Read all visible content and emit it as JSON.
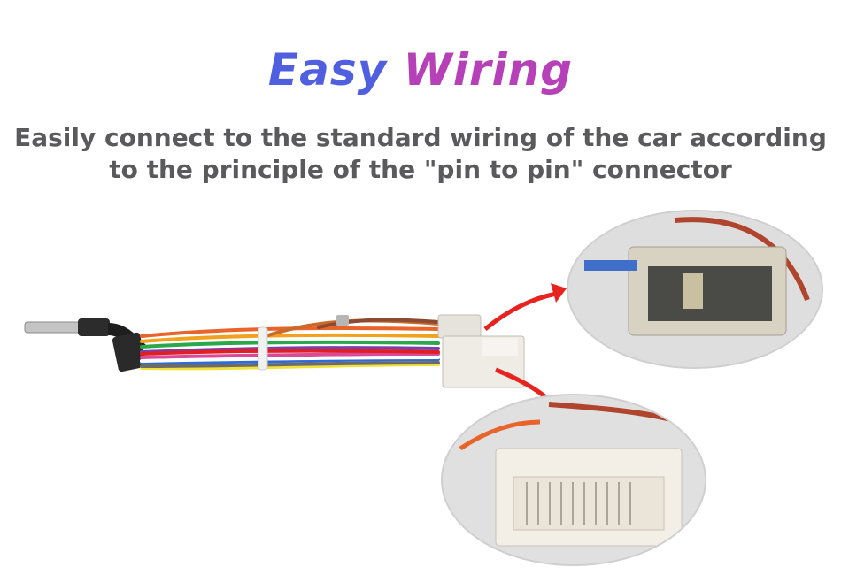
{
  "headline": {
    "word1": "Easy",
    "word2": "Wiring"
  },
  "subtitle": {
    "line1": "Easily connect to the standard wiring of the car according",
    "line2": "to the principle of the \"pin to pin\" connector"
  },
  "colors": {
    "headline_start": "#4f5fe0",
    "headline_end": "#b640b8",
    "subtitle_text": "#5a5a5c",
    "arrow_red": "#e8231f"
  },
  "images": {
    "harness": "wiring-harness-photo",
    "zoom_1": "grey-antenna-connector-closeup",
    "zoom_2": "white-multipin-connector-closeup"
  }
}
